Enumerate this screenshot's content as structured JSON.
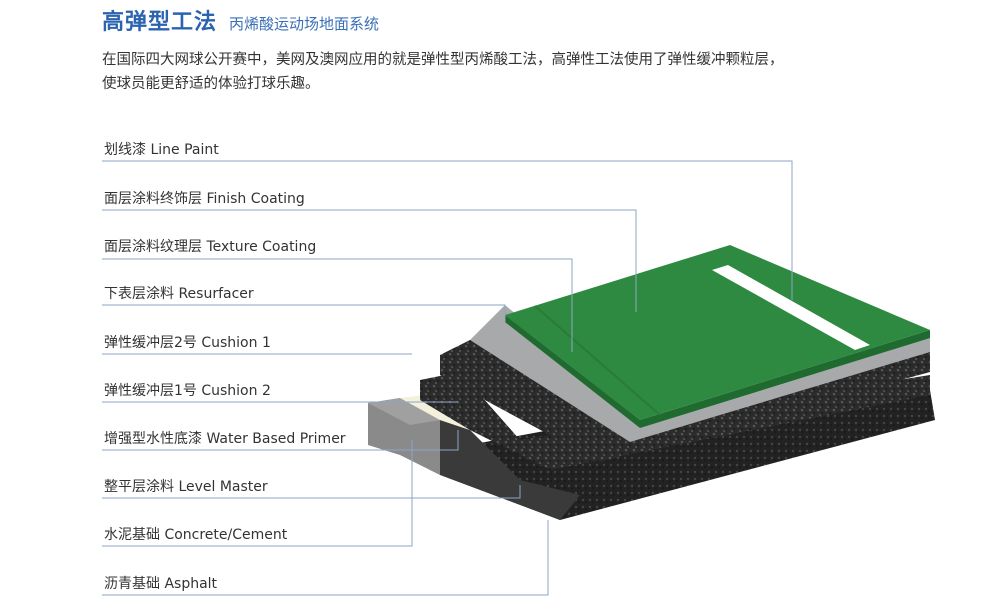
{
  "header": {
    "title": "高弹型工法",
    "subtitle": "丙烯酸运动场地面系统"
  },
  "intro": {
    "line1": "在国际四大网球公开赛中，美网及澳网应用的就是弹性型丙烯酸工法，高弹性工法使用了弹性缓冲颗粒层，",
    "line2": "使球员能更舒适的体验打球乐趣。"
  },
  "layers": [
    {
      "label": "划线漆  Line Paint"
    },
    {
      "label": "面层涂料终饰层  Finish Coating"
    },
    {
      "label": "面层涂料纹理层  Texture Coating"
    },
    {
      "label": "下表层涂料   Resurfacer"
    },
    {
      "label": "弹性缓冲层2号  Cushion 1"
    },
    {
      "label": "弹性缓冲层1号  Cushion 2"
    },
    {
      "label": "增强型水性底漆  Water Based Primer"
    },
    {
      "label": "整平层涂料  Level Master"
    },
    {
      "label": "水泥基础  Concrete/Cement"
    },
    {
      "label": "沥青基础  Asphalt"
    }
  ],
  "colors": {
    "title": "#2c63b0",
    "green_top": "#2f8a41",
    "green_side": "#1f6b2f",
    "white_line": "#ffffff",
    "resurfacer": "#a7a9aa",
    "rubber": "#2b2b2b",
    "primer": "#f3f0dc",
    "concrete": "#8a8a8a",
    "leader": "#8ea6c4"
  }
}
